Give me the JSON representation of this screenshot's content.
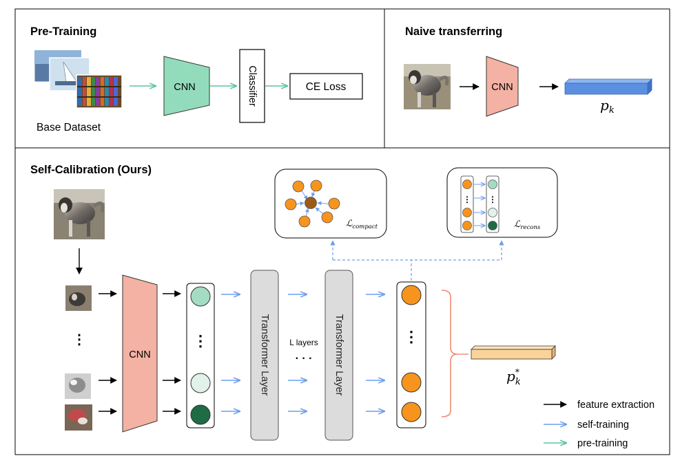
{
  "panels": {
    "pretraining": {
      "title": "Pre-Training",
      "dataset_label": "Base Dataset",
      "cnn_label": "CNN",
      "classifier_label": "Classifier",
      "loss_label": "CE Loss"
    },
    "naive": {
      "title": "Naive transferring",
      "cnn_label": "CNN",
      "output_label": "p",
      "output_sub": "k"
    },
    "selfcal": {
      "title": "Self-Calibration (Ours)",
      "cnn_label": "CNN",
      "transformer_label": "Transformer Layer",
      "transformer_label_2": "Transformer Layer",
      "layers_label": "L layers",
      "ellipsis_dots": "· · ·",
      "output_label": "p",
      "output_sup": "*",
      "output_sub": "k",
      "compact_loss": "ℒ",
      "compact_sub": "compact",
      "recons_loss": "ℒ",
      "recons_sub": "recons"
    }
  },
  "legend": [
    {
      "label": "feature extraction",
      "color": "#000000"
    },
    {
      "label": "self-training",
      "color": "#6d9eeb"
    },
    {
      "label": "pre-training",
      "color": "#5fc3a0"
    }
  ],
  "colors": {
    "cnn_pretrain": "#93dcbb",
    "cnn_naive": "#f3b2a3",
    "cnn_selfcal": "#f3b2a3",
    "feature_bar_naive": "#5b8fe0",
    "feature_bar_selfcal": "#fad39a",
    "orange_node": "#f7941d",
    "compact_center": "#9b5a15",
    "token_light": "#a3dcc1",
    "token_pale": "#e0f2e9",
    "token_dark": "#1e6b45",
    "transformer": "#dcdcdc",
    "arrow_self": "#6d9eeb",
    "arrow_pre": "#5fc3a0",
    "bracket": "#ee8b72"
  },
  "icons": [
    "photo-collage-icon",
    "dog-photo-icon",
    "dog-patch-icon"
  ]
}
